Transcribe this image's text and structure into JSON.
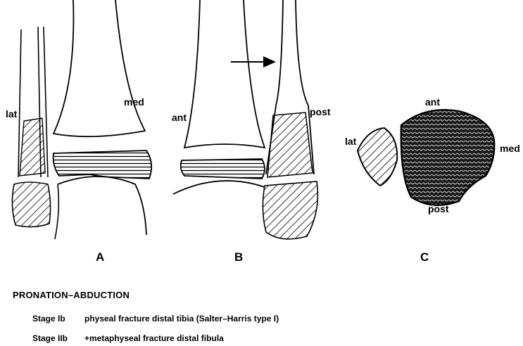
{
  "panels": {
    "A": {
      "label": "A",
      "lat": "lat",
      "med": "med"
    },
    "B": {
      "label": "B",
      "ant": "ant",
      "post": "post"
    },
    "C": {
      "label": "C",
      "lat": "lat",
      "ant": "ant",
      "med": "med",
      "post": "post"
    }
  },
  "caption": {
    "title": "PRONATION–ABDUCTION",
    "stages": [
      {
        "stage": "Stage Ib",
        "description": "physeal fracture distal tibia (Salter–Harris type I)"
      },
      {
        "stage": "Stage IIb",
        "description": "+metaphyseal fracture distal fibula"
      }
    ]
  }
}
